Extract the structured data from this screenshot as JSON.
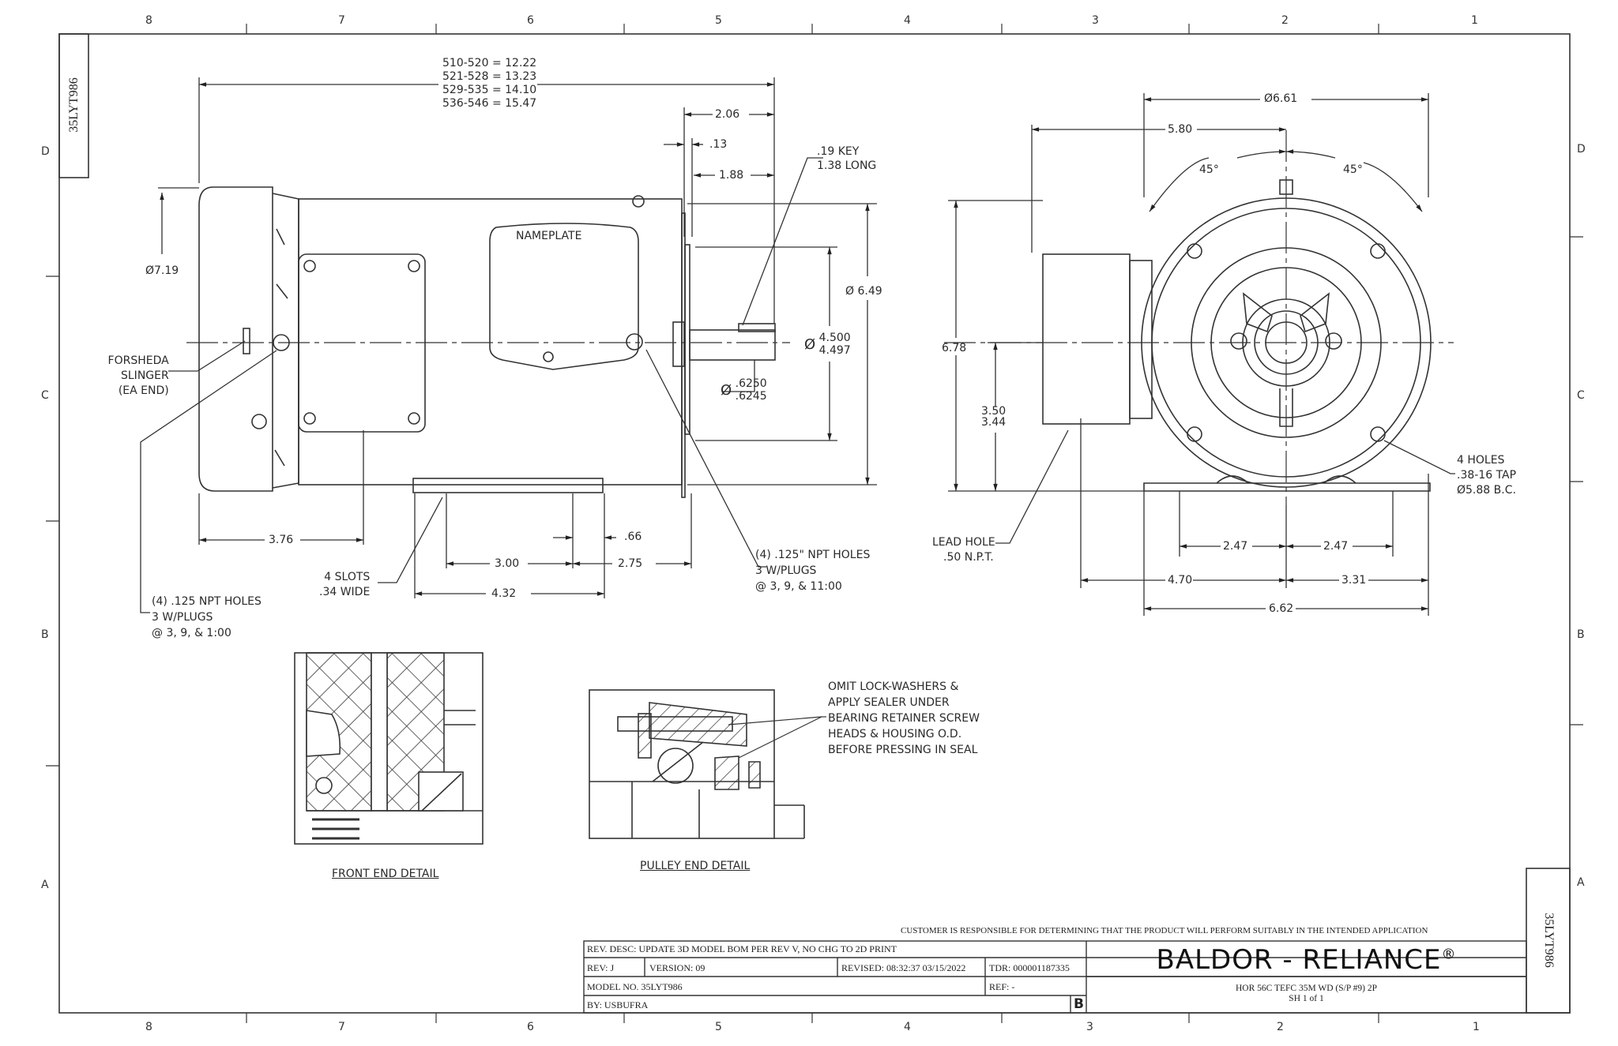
{
  "drawing": {
    "drawing_number": "35LYT986",
    "zones_top": [
      "8",
      "7",
      "6",
      "5",
      "4",
      "3",
      "2",
      "1"
    ],
    "zones_side": [
      "D",
      "C",
      "B",
      "A"
    ]
  },
  "side_view": {
    "length_table": [
      "510-520 = 12.22",
      "521-528 = 13.23",
      "529-535 = 14.10",
      "536-546 = 15.47"
    ],
    "dim_2_06": "2.06",
    "dim_13": ".13",
    "dim_1_88": "1.88",
    "key_note": [
      ".19 KEY",
      "1.38 LONG"
    ],
    "dia_7_19": "Ø7.19",
    "dia_6_49": "Ø 6.49",
    "pilot_dia": {
      "symbol": "Ø",
      "upper": "4.500",
      "lower": "4.497"
    },
    "shaft_dia": {
      "symbol": "Ø",
      "upper": ".6250",
      "lower": ".6245"
    },
    "nameplate": "NAMEPLATE",
    "slinger_note": [
      "FORSHEDA",
      "SLINGER",
      "(EA END)"
    ],
    "dim_3_76": "3.76",
    "dim_66": ".66",
    "dim_3_00": "3.00",
    "dim_2_75": "2.75",
    "dim_4_32": "4.32",
    "slots_note": [
      "4 SLOTS",
      ".34 WIDE"
    ],
    "npt_note_right": [
      "(4) .125\" NPT HOLES",
      "3 W/PLUGS",
      "@ 3, 9, & 11:00"
    ],
    "npt_note_left": [
      "(4) .125 NPT HOLES",
      "3 W/PLUGS",
      "@ 3, 9, & 1:00"
    ]
  },
  "end_view": {
    "dia_6_61": "Ø6.61",
    "dim_5_80": "5.80",
    "angle_left": "45°",
    "angle_right": "45°",
    "dim_6_78": "6.78",
    "shaft_height": [
      "3.50",
      "3.44"
    ],
    "lead_hole": [
      "LEAD HOLE",
      ".50 N.P.T."
    ],
    "holes_note": [
      "4 HOLES",
      ".38-16 TAP",
      "Ø5.88 B.C."
    ],
    "dim_2_47_left": "2.47",
    "dim_2_47_right": "2.47",
    "dim_4_70": "4.70",
    "dim_3_31": "3.31",
    "dim_6_62": "6.62"
  },
  "details": {
    "front_label": "FRONT END DETAIL",
    "pulley_label": "PULLEY END DETAIL",
    "pulley_note": [
      "OMIT LOCK-WASHERS &",
      "APPLY SEALER UNDER",
      "BEARING RETAINER SCREW",
      "HEADS & HOUSING O.D.",
      "BEFORE PRESSING IN SEAL"
    ]
  },
  "title_block": {
    "disclaimer": "CUSTOMER IS RESPONSIBLE FOR DETERMINING THAT THE PRODUCT WILL PERFORM SUITABLY IN THE INTENDED APPLICATION",
    "rev_desc": "REV. DESC: UPDATE 3D MODEL BOM PER REV V, NO CHG TO 2D PRINT",
    "rev": "REV:  J",
    "version": "VERSION:  09",
    "revised": "REVISED: 08:32:37 03/15/2022",
    "tdr": "TDR: 000001187335",
    "model_no": "MODEL NO.  35LYT986",
    "ref": "REF:  -",
    "by": "BY: USBUFRA",
    "size": "B",
    "company": "BALDOR - RELIANCE",
    "registered": "®",
    "description": "HOR 56C TEFC 35M WD (S/P #9) 2P",
    "sheet": "SH 1 of 1"
  }
}
